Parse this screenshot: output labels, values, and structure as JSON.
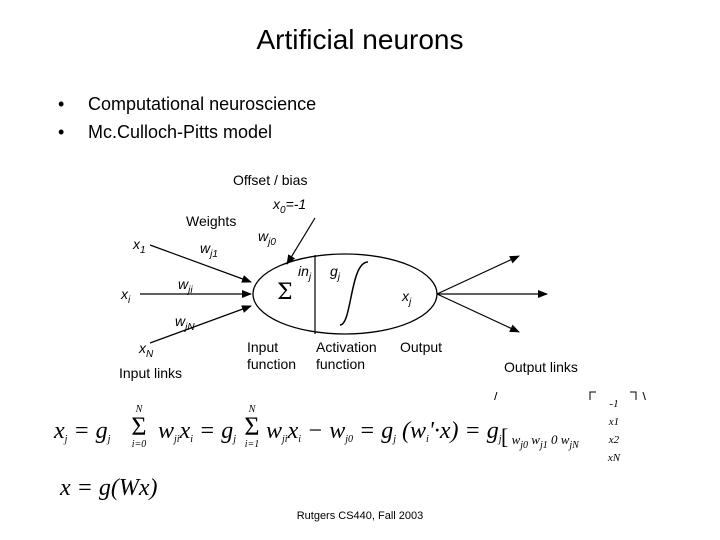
{
  "title": "Artificial neurons",
  "bullets": [
    "Computational neuroscience",
    "Mc.Culloch-Pitts model"
  ],
  "diagram": {
    "offset_label": "Offset / bias",
    "bias_x": "x",
    "bias_sub": "0",
    "bias_value": "=-1",
    "weights_label": "Weights",
    "w_prefix": "w",
    "wj0_sub": "j0",
    "wj1_sub": "j1",
    "wji_sub": "ji",
    "wjN_sub": "jN",
    "x_prefix": "x",
    "x1_sub": "1",
    "xi_sub": "i",
    "xN_sub": "N",
    "xj_sub": "j",
    "in_prefix": "in",
    "in_sub": "j",
    "g_prefix": "g",
    "g_sub": "j",
    "sum_symbol": "Σ",
    "integral_symbol": "∫",
    "input_links": "Input links",
    "input_function": [
      "Input",
      "function"
    ],
    "activation_function": [
      "Activation",
      "function"
    ],
    "output_label": "Output",
    "output_links": "Output links"
  },
  "equations": {
    "eq1_part1": "x",
    "eq1_part1_sub": "j",
    "eq1_part2": "= g",
    "eq1_part2_sub": "j",
    "eq1_sum_upper": "N",
    "eq1_sum_lower_a": "i=0",
    "eq1_sum_lower_b": "i=1",
    "eq1_term_a": "w",
    "eq1_term_a_sub": "ji",
    "eq1_term_a_x": "x",
    "eq1_term_a_x_sub": "i",
    "eq1_mid": "= g",
    "eq1_mid_sub": "j",
    "eq1_minus": "− w",
    "eq1_minus_sub": "j0",
    "eq1_end": "= g",
    "eq1_end_sub": "j",
    "eq1_vec": "(w",
    "eq1_vec_sub": "i",
    "eq1_vec_end": "'·x) = g",
    "eq1_vec_end_sub": "j",
    "row_vector": [
      "w",
      "j0",
      "w",
      "j1",
      "0",
      "w",
      "jN"
    ],
    "col_vector": [
      "-1",
      "x1",
      "x2",
      "xN"
    ],
    "eq2": "x = g(Wx)"
  },
  "footer": "Rutgers CS440, Fall 2003"
}
